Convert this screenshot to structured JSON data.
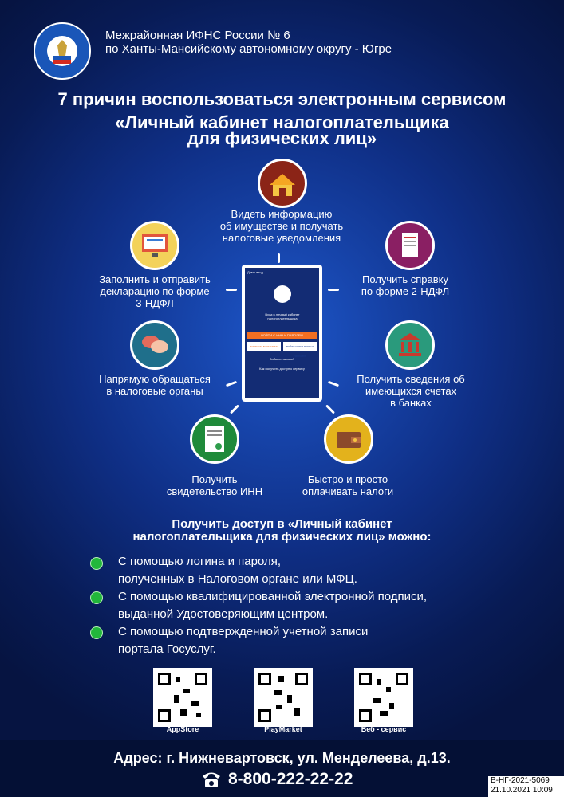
{
  "header": {
    "org_line1": "Межрайонная ИФНС России № 6",
    "org_line2": "по Ханты-Мансийскому автономному округу - Югре"
  },
  "title": {
    "line1": "7  причин воспользоваться электронным сервисом",
    "line2": "«Личный кабинет налогоплательщика",
    "line3": "для физических лиц»"
  },
  "reasons": {
    "top": [
      "Видеть информацию",
      "об имуществе и получать",
      "налоговые уведомления"
    ],
    "upper_left": [
      "Заполнить и отправить",
      "декларацию по форме",
      "3-НДФЛ"
    ],
    "upper_right": [
      "Получить справку",
      "по форме 2-НДФЛ"
    ],
    "mid_left": [
      "Напрямую обращаться",
      "в налоговые органы"
    ],
    "mid_right": [
      "Получить сведения об",
      "имеющихся  счетах",
      "в банках"
    ],
    "bottom_left": [
      "Получить",
      "свидетельство ИНН"
    ],
    "bottom_right": [
      "Быстро и просто",
      "оплачивать налоги"
    ]
  },
  "phone": {
    "header": "Демо-вход",
    "subtitle": "Вход в личный кабинет налогоплательщика",
    "btn_login": "ВОЙТИ С ИНН И ПАРОЛЕМ",
    "btn_bio": "ВОЙТИ ПО БИОМЕТРИИ",
    "btn_gos": "ВОЙТИ ЧЕРЕЗ ПОРТАЛ ГОСУСЛУГ",
    "forgot": "Забыли пароль?",
    "access": "Как получить доступ к сервису"
  },
  "access": {
    "heading1": "Получить доступ в «Личный кабинет",
    "heading2": "налогоплательщика для физических лиц» можно:",
    "items": [
      {
        "line1": "С помощью логина и пароля,",
        "line2": "полученных в Налоговом органе или МФЦ."
      },
      {
        "line1": "С помощью квалифицированной электронной подписи,",
        "line2": "выданной Удостоверяющим центром."
      },
      {
        "line1": "С помощью подтвержденной учетной записи",
        "line2": "портала Госуслуг."
      }
    ]
  },
  "qr": [
    "AppStore",
    "PlayMarket",
    "Веб - сервис"
  ],
  "footer": {
    "address": "Адрес: г. Нижневартовск, ул. Менделеева, д.13.",
    "phone": "8-800-222-22-22",
    "phone_icon": "telephone-icon"
  },
  "stamp": {
    "line1": "В-НГ-2021-5069",
    "line2": "21.10.2021 10:09"
  },
  "colors": {
    "bullet": "#22b73b",
    "accent_orange": "#f26f22"
  }
}
